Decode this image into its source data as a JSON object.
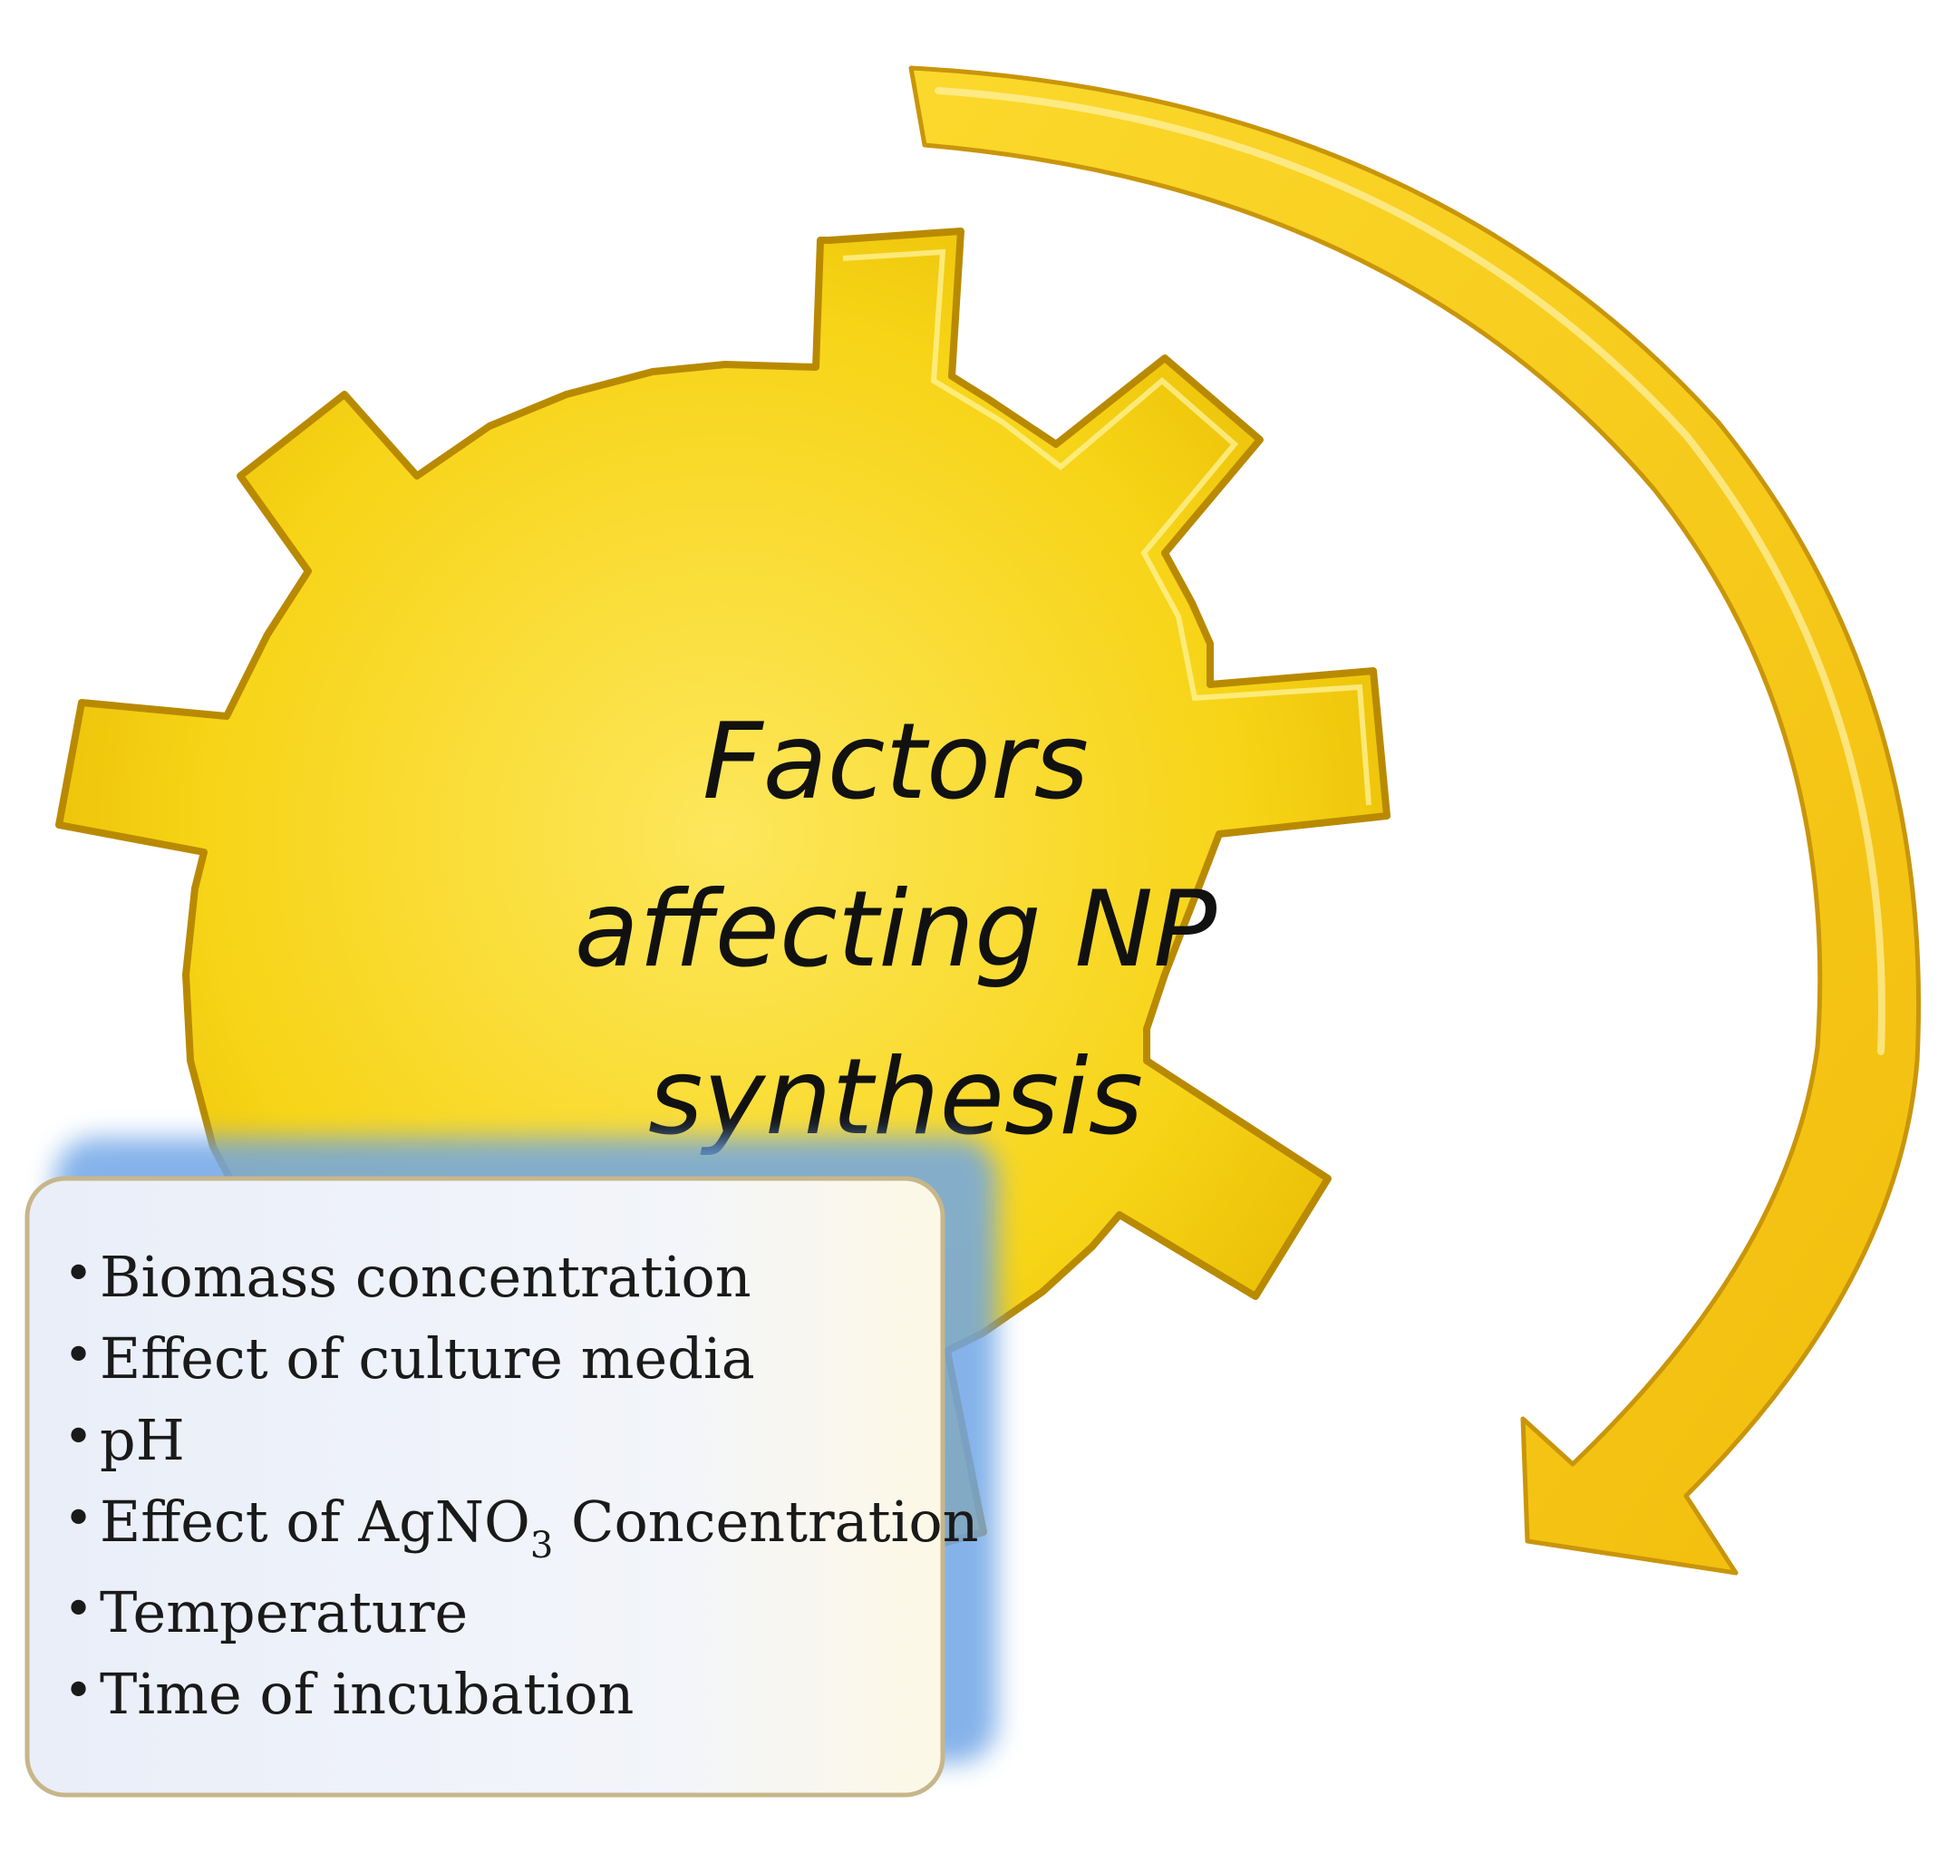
{
  "diagram": {
    "gear": {
      "title_lines": [
        "Factors",
        "affecting NP",
        "synthesis"
      ]
    },
    "factors_box": {
      "items": [
        {
          "text": "Biomass concentration"
        },
        {
          "text": "Effect of culture media"
        },
        {
          "text": "pH"
        },
        {
          "text_before": "Effect of AgNO",
          "subscript": "3",
          "text_after": " Concentration"
        },
        {
          "text": "Temperature"
        },
        {
          "text": "Time of incubation"
        }
      ]
    },
    "colors": {
      "gear_fill": "#f7d417",
      "gear_edge": "#c79a00",
      "arrow_fill": "#f8cc14",
      "box_fill": "#eef2fa",
      "box_shadow": "#7fb0e8"
    }
  }
}
